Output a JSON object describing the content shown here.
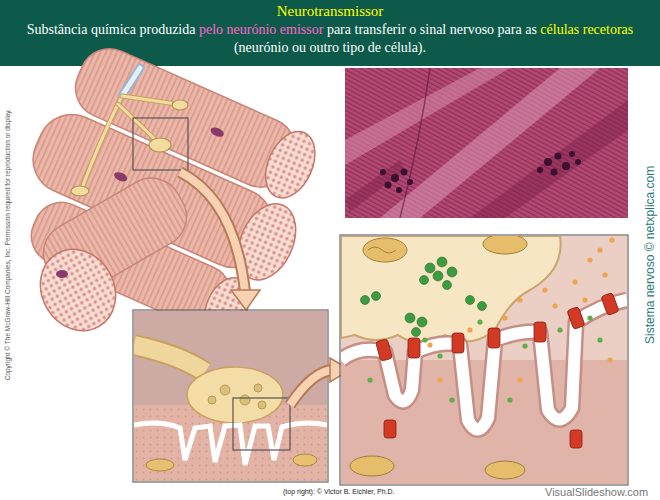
{
  "diagram": {
    "title": "Neurotransmissor",
    "labels": [
      "Substância química produzida pelo neurónio emissor para transferir o sinal nervoso para as células recetoras (neurónio ou outro tipo de célula).",
      "Copyright © The McGraw-Hill Companies, Inc. Permission required for reproduction or display.",
      "Sistema nervoso © netxplica.com",
      "(top right): © Victor B. Eichler, Ph.D.",
      "VisualSlideshow.com"
    ]
  }
}
